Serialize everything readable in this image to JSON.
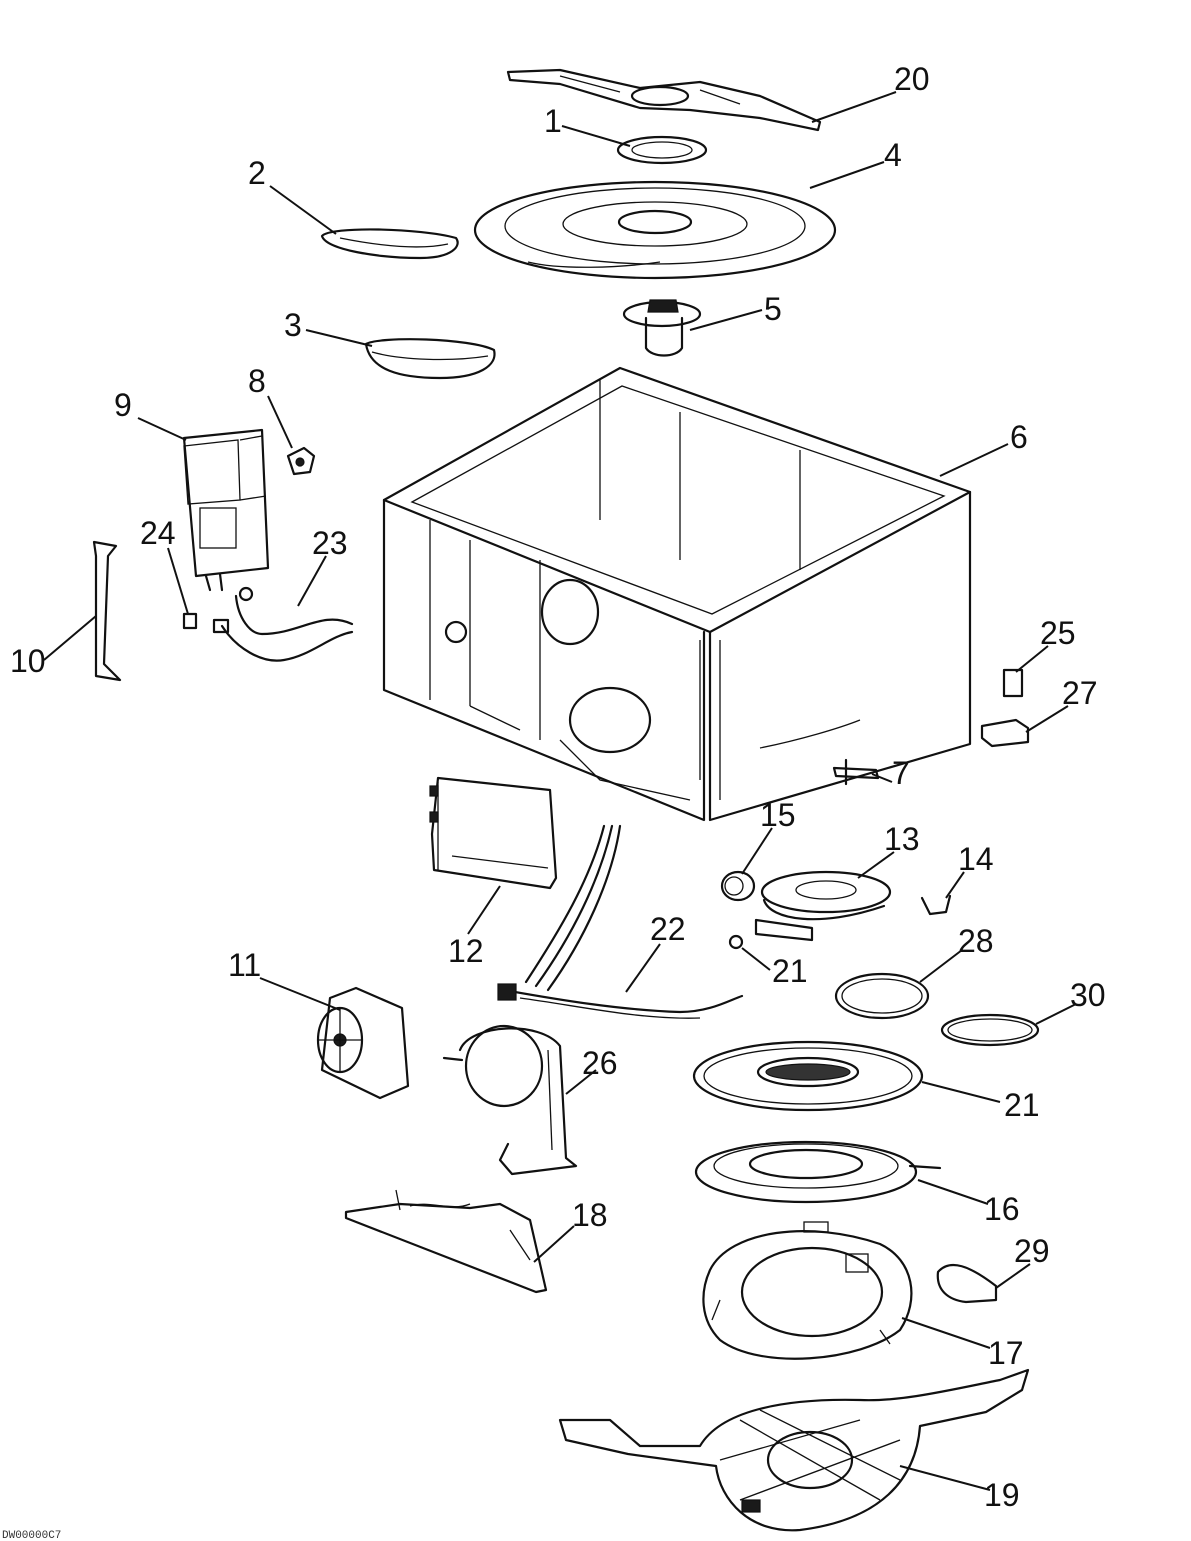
{
  "callouts": [
    {
      "id": "c20",
      "text": "20"
    },
    {
      "id": "c1",
      "text": "1"
    },
    {
      "id": "c2",
      "text": "2"
    },
    {
      "id": "c4",
      "text": "4"
    },
    {
      "id": "c3",
      "text": "3"
    },
    {
      "id": "c5",
      "text": "5"
    },
    {
      "id": "c8",
      "text": "8"
    },
    {
      "id": "c9",
      "text": "9"
    },
    {
      "id": "c6",
      "text": "6"
    },
    {
      "id": "c24",
      "text": "24"
    },
    {
      "id": "c23",
      "text": "23"
    },
    {
      "id": "c10",
      "text": "10"
    },
    {
      "id": "c25",
      "text": "25"
    },
    {
      "id": "c27",
      "text": "27"
    },
    {
      "id": "c7",
      "text": "7"
    },
    {
      "id": "c15",
      "text": "15"
    },
    {
      "id": "c13",
      "text": "13"
    },
    {
      "id": "c14",
      "text": "14"
    },
    {
      "id": "c12",
      "text": "12"
    },
    {
      "id": "c22",
      "text": "22"
    },
    {
      "id": "c21a",
      "text": "21"
    },
    {
      "id": "c28",
      "text": "28"
    },
    {
      "id": "c11",
      "text": "11"
    },
    {
      "id": "c30",
      "text": "30"
    },
    {
      "id": "c26",
      "text": "26"
    },
    {
      "id": "c21b",
      "text": "21"
    },
    {
      "id": "c16",
      "text": "16"
    },
    {
      "id": "c18",
      "text": "18"
    },
    {
      "id": "c29",
      "text": "29"
    },
    {
      "id": "c17",
      "text": "17"
    },
    {
      "id": "c19",
      "text": "19"
    }
  ],
  "footer_code": "DW00000C7"
}
